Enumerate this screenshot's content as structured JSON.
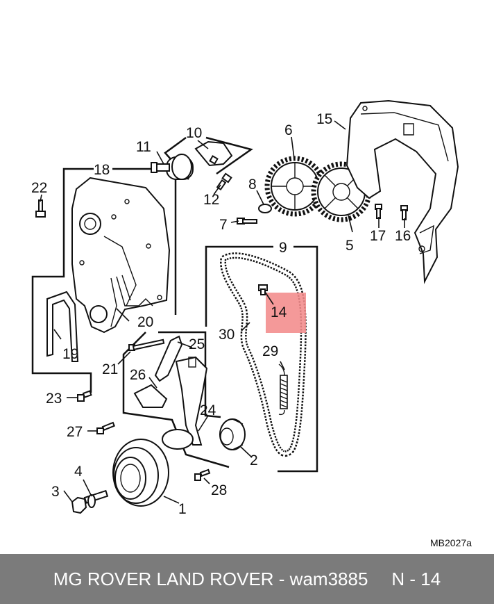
{
  "diagram": {
    "reference_code": "MB2027a",
    "highlight_color": "#f28b8b",
    "highlighted_part": "14",
    "callouts": [
      "1",
      "2",
      "3",
      "4",
      "5",
      "6",
      "7",
      "8",
      "9",
      "10",
      "11",
      "12",
      "14",
      "15",
      "16",
      "17",
      "18",
      "19",
      "20",
      "21",
      "22",
      "23",
      "24",
      "25",
      "26",
      "27",
      "28",
      "29",
      "30"
    ]
  },
  "footer": {
    "title": "MG ROVER LAND ROVER - wam3885",
    "page": "N - 14",
    "background": "#7b7b7b"
  }
}
